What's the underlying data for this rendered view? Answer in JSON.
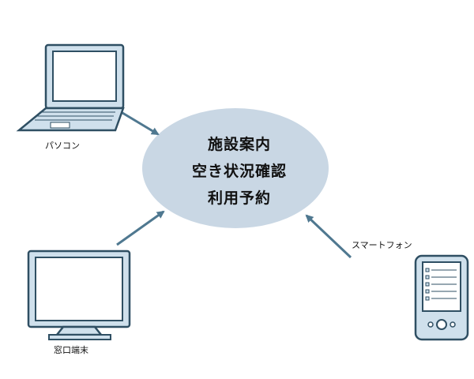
{
  "center": {
    "lines": [
      "施設案内",
      "空き状況確認",
      "利用予約"
    ]
  },
  "devices": [
    {
      "id": "pc",
      "label": "パソコン",
      "icon": "laptop-icon"
    },
    {
      "id": "terminal",
      "label": "窓口端末",
      "icon": "monitor-icon"
    },
    {
      "id": "phone",
      "label": "スマートフォン",
      "icon": "smartphone-icon"
    }
  ],
  "colors": {
    "hub_fill": "#c9d7e4",
    "device_body": "#cfe0ec",
    "device_outline": "#2f4f63",
    "screen": "#ffffff",
    "arrow": "#4f7890"
  }
}
